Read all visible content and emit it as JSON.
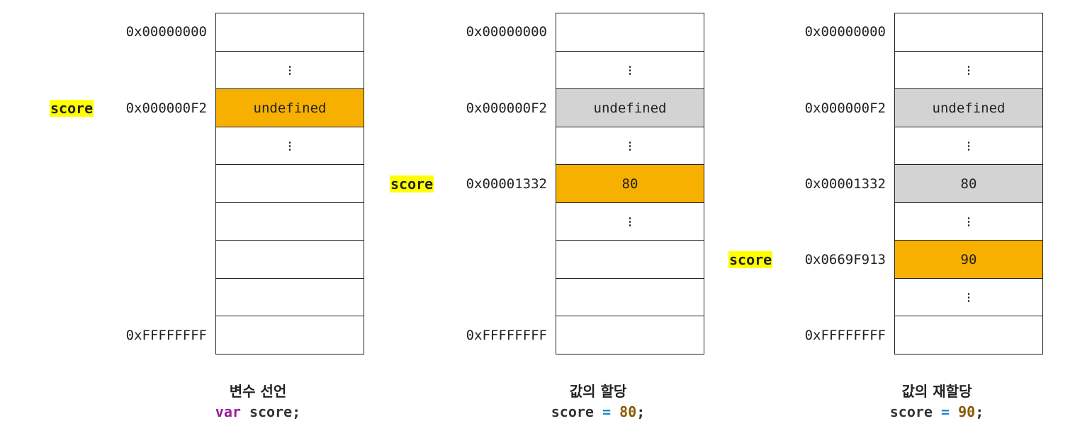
{
  "panels": [
    {
      "cells": [
        {
          "text": "",
          "state": "empty"
        },
        {
          "text": "⋮",
          "state": "ellipsis"
        },
        {
          "text": "undefined",
          "state": "current"
        },
        {
          "text": "⋮",
          "state": "ellipsis"
        },
        {
          "text": "",
          "state": "empty"
        },
        {
          "text": "",
          "state": "empty"
        },
        {
          "text": "",
          "state": "empty"
        },
        {
          "text": "",
          "state": "empty"
        },
        {
          "text": "",
          "state": "empty"
        }
      ],
      "addresses": [
        {
          "row": 0,
          "text": "0x00000000"
        },
        {
          "row": 2,
          "text": "0x000000F2"
        },
        {
          "row": 8,
          "text": "0xFFFFFFFF"
        }
      ],
      "variable": {
        "row": 2,
        "name": "score"
      },
      "title": "변수 선언",
      "code": {
        "keyword": "var",
        "ident": " score",
        "op": "",
        "value": "",
        "end": ";"
      }
    },
    {
      "cells": [
        {
          "text": "",
          "state": "empty"
        },
        {
          "text": "⋮",
          "state": "ellipsis"
        },
        {
          "text": "undefined",
          "state": "stale"
        },
        {
          "text": "⋮",
          "state": "ellipsis"
        },
        {
          "text": "80",
          "state": "current"
        },
        {
          "text": "⋮",
          "state": "ellipsis"
        },
        {
          "text": "",
          "state": "empty"
        },
        {
          "text": "",
          "state": "empty"
        },
        {
          "text": "",
          "state": "empty"
        }
      ],
      "addresses": [
        {
          "row": 0,
          "text": "0x00000000"
        },
        {
          "row": 2,
          "text": "0x000000F2"
        },
        {
          "row": 4,
          "text": "0x00001332"
        },
        {
          "row": 8,
          "text": "0xFFFFFFFF"
        }
      ],
      "variable": {
        "row": 4,
        "name": "score"
      },
      "title": "값의 할당",
      "code": {
        "keyword": "",
        "ident": "score ",
        "op": "=",
        "value": " 80",
        "end": ";"
      }
    },
    {
      "cells": [
        {
          "text": "",
          "state": "empty"
        },
        {
          "text": "⋮",
          "state": "ellipsis"
        },
        {
          "text": "undefined",
          "state": "stale"
        },
        {
          "text": "⋮",
          "state": "ellipsis"
        },
        {
          "text": "80",
          "state": "stale"
        },
        {
          "text": "⋮",
          "state": "ellipsis"
        },
        {
          "text": "90",
          "state": "current"
        },
        {
          "text": "⋮",
          "state": "ellipsis"
        },
        {
          "text": "",
          "state": "empty"
        }
      ],
      "addresses": [
        {
          "row": 0,
          "text": "0x00000000"
        },
        {
          "row": 2,
          "text": "0x000000F2"
        },
        {
          "row": 4,
          "text": "0x00001332"
        },
        {
          "row": 6,
          "text": "0x0669F913"
        },
        {
          "row": 8,
          "text": "0xFFFFFFFF"
        }
      ],
      "variable": {
        "row": 6,
        "name": "score"
      },
      "title": "값의 재할당",
      "code": {
        "keyword": "",
        "ident": "score ",
        "op": "=",
        "value": " 90",
        "end": ";"
      }
    }
  ]
}
